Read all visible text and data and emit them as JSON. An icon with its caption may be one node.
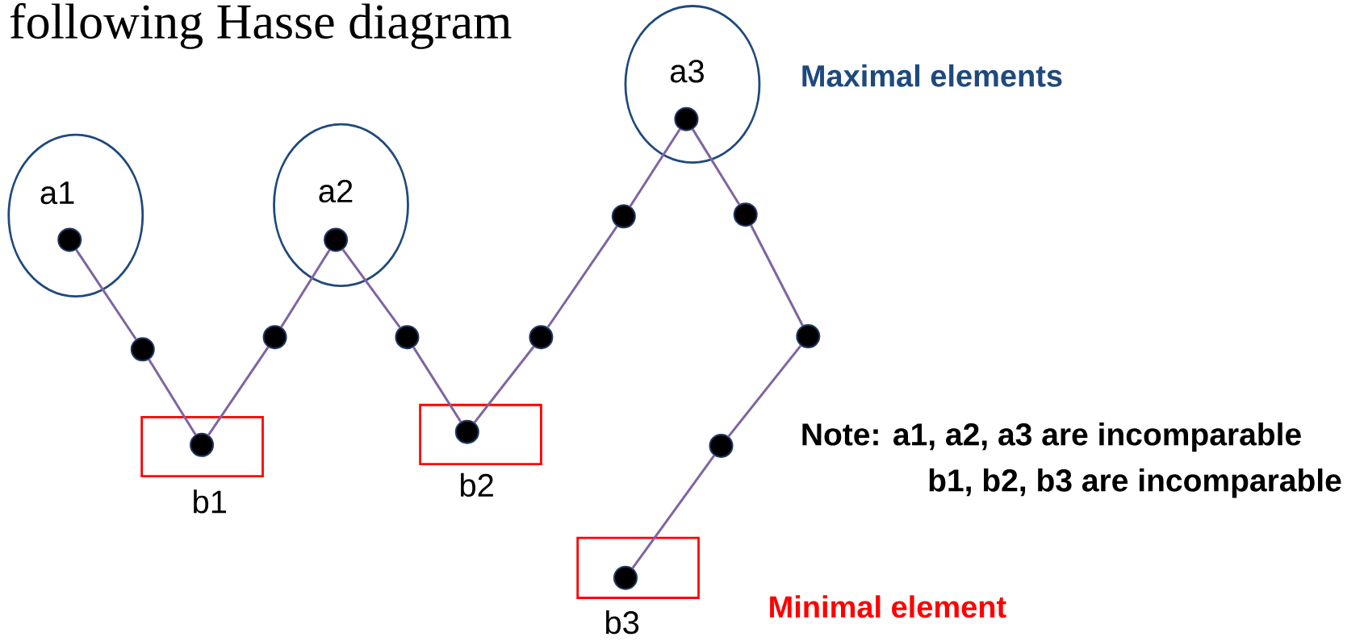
{
  "diagram": {
    "nodes": [
      {
        "text": [
          "a1"
        ]
      },
      {
        "text": [],
        "shape": "circle",
        "in": 0
      },
      {
        "text": [
          "a2"
        ]
      },
      {
        "text": [],
        "shape": "circle",
        "in": 2
      },
      {
        "text": [
          "a3"
        ]
      },
      {
        "text": [],
        "shape": "circle",
        "in": 4
      },
      {
        "text": [
          "b1"
        ]
      },
      {
        "text": [],
        "shape": "circle",
        "in": 6
      },
      {
        "text": [
          "b2"
        ]
      },
      {
        "text": [],
        "shape": "circle",
        "in": 8
      },
      {
        "text": [
          "b3"
        ]
      },
      {
        "text": [],
        "shape": "circle",
        "in": 10
      },
      {
        "text": [],
        "shape": "circle"
      },
      {
        "text": [],
        "shape": "circle"
      },
      {
        "text": [],
        "shape": "circle"
      },
      {
        "text": [],
        "shape": "circle"
      },
      {
        "text": [],
        "shape": "circle"
      },
      {
        "text": [],
        "shape": "circle"
      },
      {
        "text": [],
        "shape": "circle"
      },
      {
        "text": [],
        "shape": "circle"
      }
    ],
    "edges": [
      {
        "from": 1,
        "to": 12,
        "arrow": "none"
      },
      {
        "from": 12,
        "to": 7,
        "arrow": "none"
      },
      {
        "from": 7,
        "to": 13,
        "arrow": "none"
      },
      {
        "from": 13,
        "to": 3,
        "arrow": "none"
      },
      {
        "from": 3,
        "to": 14,
        "arrow": "none"
      },
      {
        "from": 14,
        "to": 9,
        "arrow": "none"
      },
      {
        "from": 9,
        "to": 15,
        "arrow": "none"
      },
      {
        "from": 15,
        "to": 16,
        "arrow": "none"
      },
      {
        "from": 16,
        "to": 5,
        "arrow": "none"
      },
      {
        "from": 5,
        "to": 17,
        "arrow": "none"
      },
      {
        "from": 17,
        "to": 18,
        "arrow": "none"
      },
      {
        "from": 18,
        "to": 19,
        "arrow": "none"
      },
      {
        "from": 19,
        "to": 11,
        "arrow": "none"
      }
    ],
    "labels": [
      "following Hasse diagram",
      "Maximal elements",
      "Note: a1, a2, a3 are incomparable",
      "b1, b2, b3 are incomparable",
      "Minimal element"
    ]
  }
}
